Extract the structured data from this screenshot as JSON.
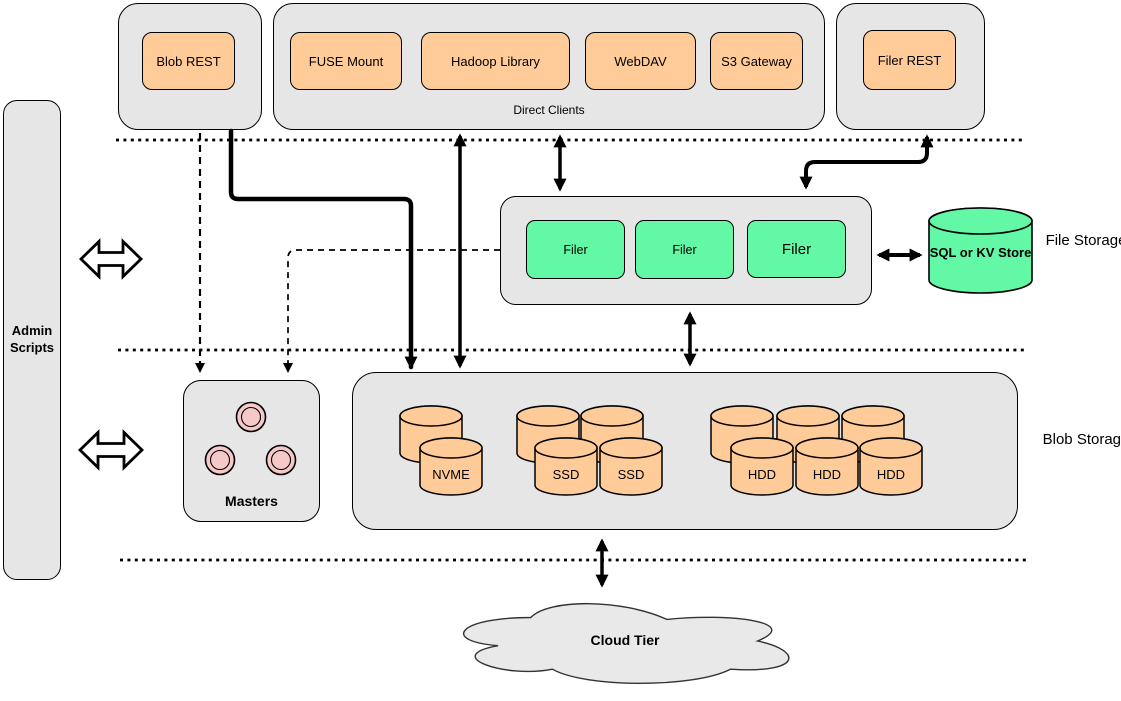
{
  "colors": {
    "container_gray": "#e6e6e6",
    "node_orange": "#ffcc99",
    "node_green": "#63f8a6",
    "node_pink": "#f6c9c9",
    "cloud_gray": "#e9e9e9",
    "line_black": "#000000"
  },
  "admin": {
    "label": "Admin Scripts"
  },
  "clients": {
    "blob_rest": "Blob REST",
    "direct": {
      "title": "Direct Clients",
      "items": [
        "FUSE Mount",
        "Hadoop Library",
        "WebDAV",
        "S3 Gateway"
      ]
    },
    "filer_rest": "Filer REST"
  },
  "file_storage": {
    "section_label": "File Storage",
    "filers": [
      "Filer",
      "Filer",
      "Filer"
    ],
    "store_label": "SQL or KV Store"
  },
  "masters": {
    "label": "Masters"
  },
  "blob_storage": {
    "section_label": "Blob Storage",
    "disks": [
      "NVME",
      "SSD",
      "SSD",
      "HDD",
      "HDD",
      "HDD"
    ]
  },
  "cloud": {
    "label": "Cloud Tier"
  }
}
